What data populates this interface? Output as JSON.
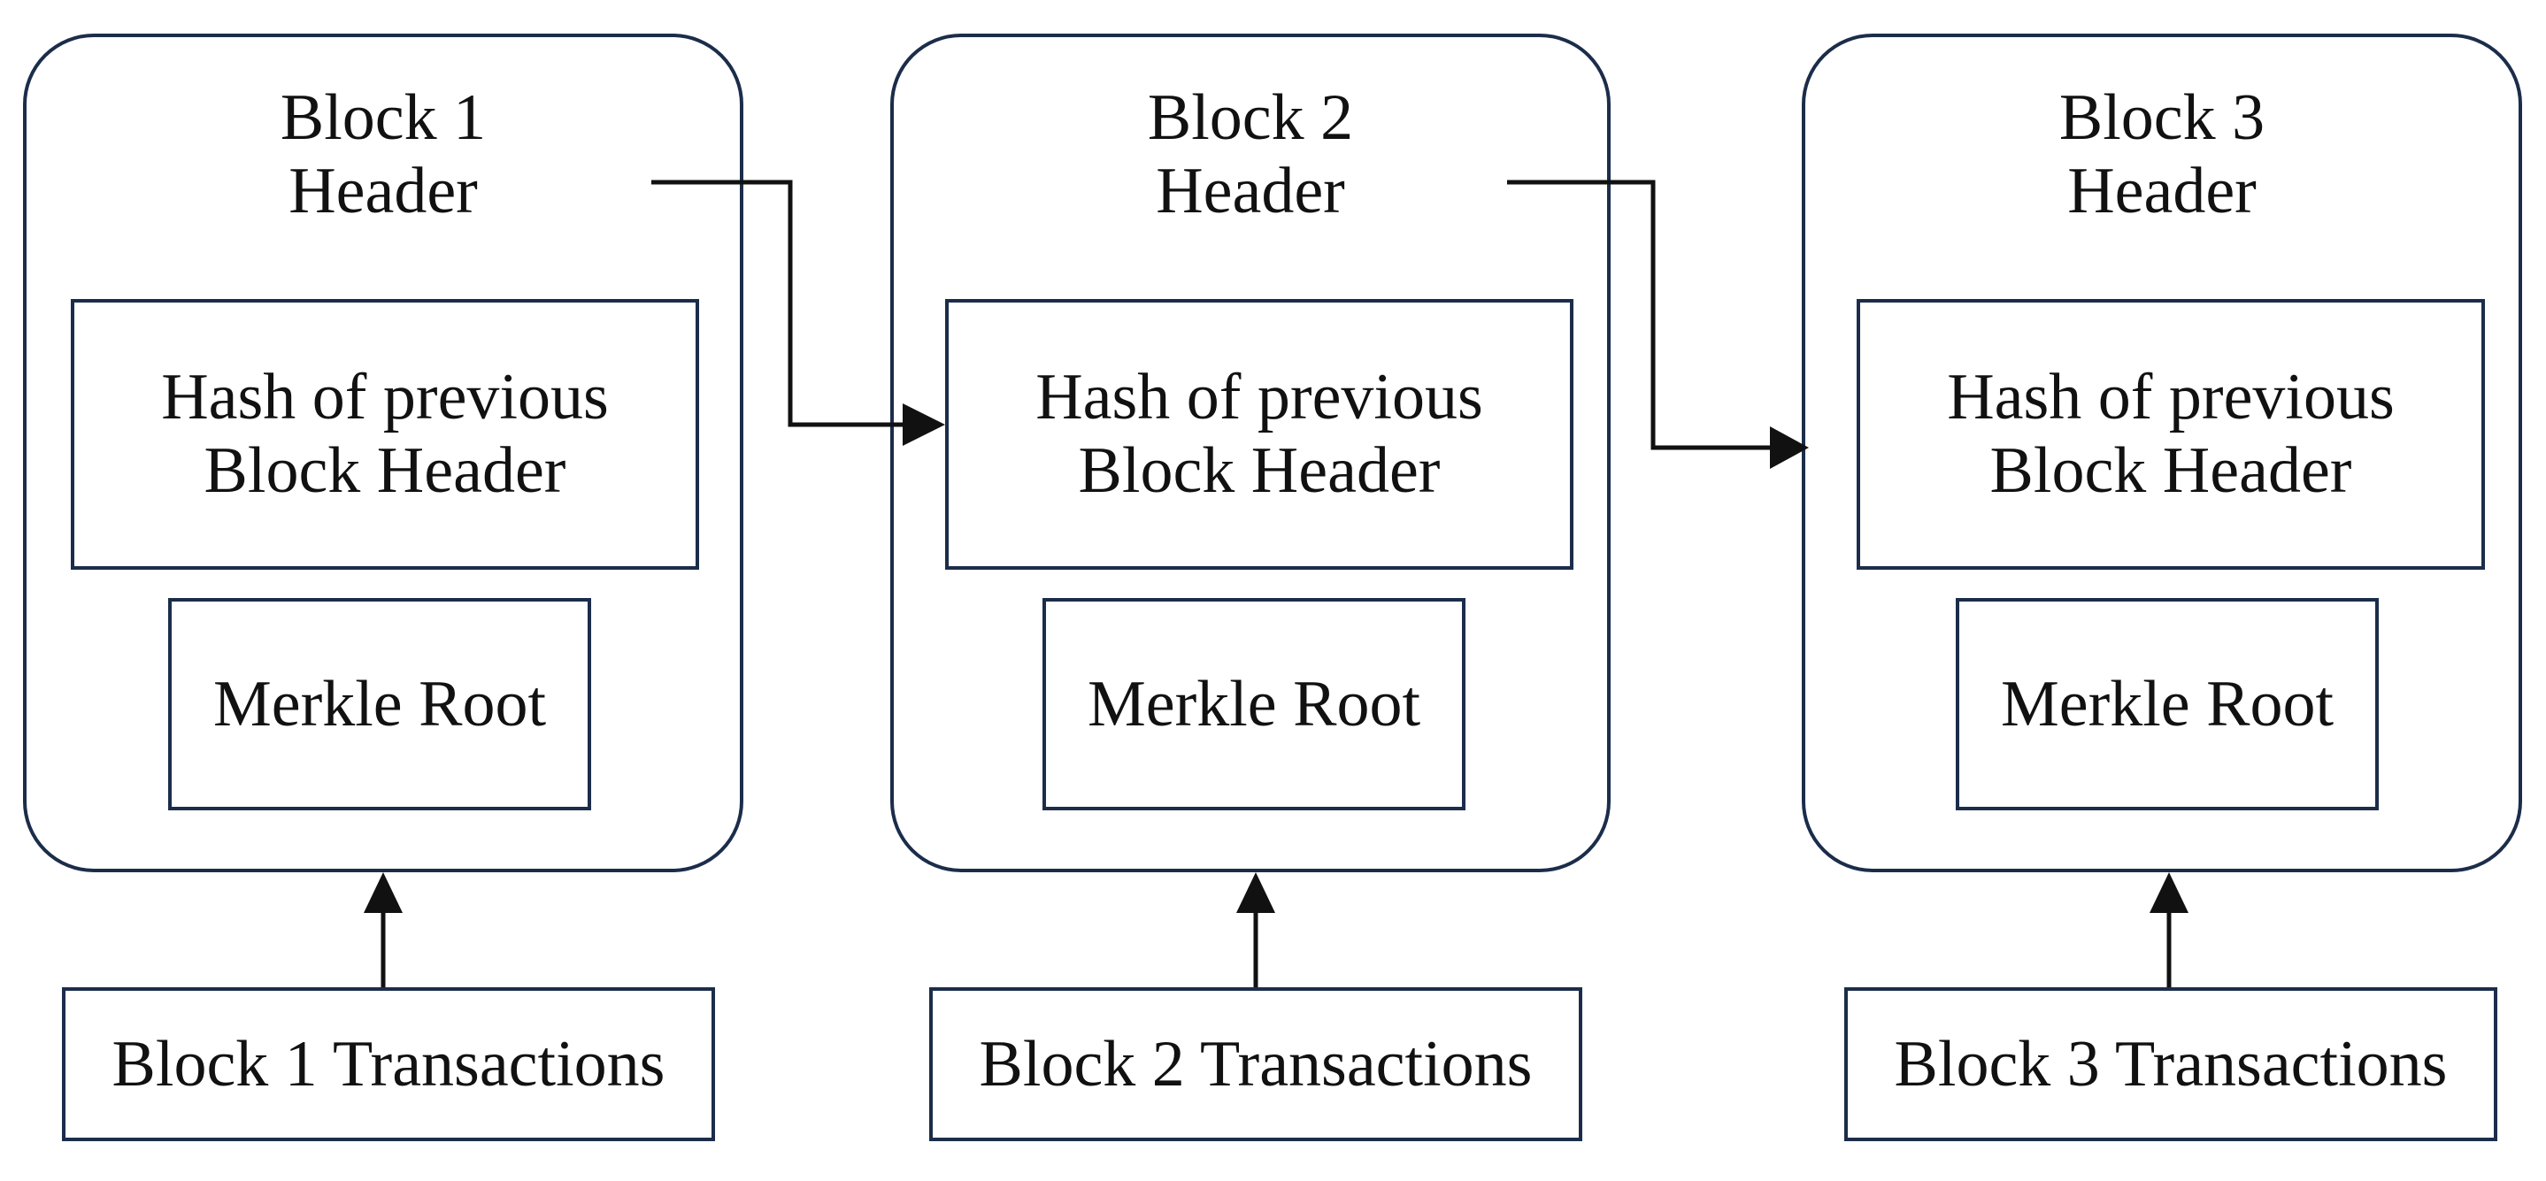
{
  "blocks": [
    {
      "title_line1": "Block 1",
      "title_line2": "Header",
      "prev_hash_line1": "Hash of previous",
      "prev_hash_line2": "Block Header",
      "merkle": "Merkle Root",
      "transactions": "Block 1 Transactions"
    },
    {
      "title_line1": "Block 2",
      "title_line2": "Header",
      "prev_hash_line1": "Hash of previous",
      "prev_hash_line2": "Block Header",
      "merkle": "Merkle Root",
      "transactions": "Block 2 Transactions"
    },
    {
      "title_line1": "Block 3",
      "title_line2": "Header",
      "prev_hash_line1": "Hash of previous",
      "prev_hash_line2": "Block Header",
      "merkle": "Merkle Root",
      "transactions": "Block 3 Transactions"
    }
  ],
  "colors": {
    "box_border": "#1b2d4a",
    "arrow": "#111111",
    "text": "#111111"
  }
}
